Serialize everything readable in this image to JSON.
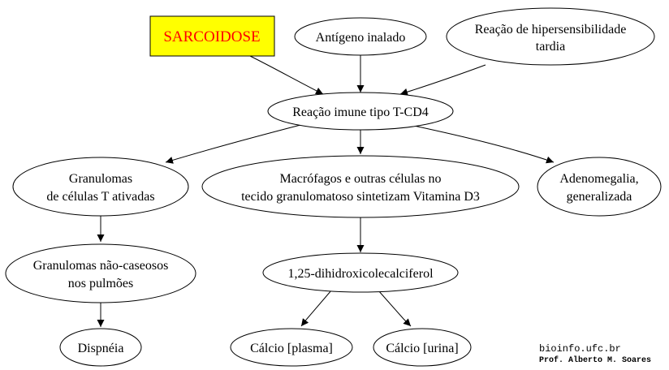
{
  "colors": {
    "title_fill": "#ffff00",
    "title_text": "#ff0000",
    "stroke": "#000000"
  },
  "nodes": {
    "sarcoidose": "SARCOIDOSE",
    "antigeno": "Antígeno inalado",
    "reacao_hiper_1": "Reação de hipersensibilidade",
    "reacao_hiper_2": "tardia",
    "reacao_imune": "Reação imune tipo T-CD4",
    "granulomas_1": "Granulomas",
    "granulomas_2": "de células T ativadas",
    "macrofagos_1": "Macrófagos e outras células no",
    "macrofagos_2": "tecido granulomatoso sintetizam Vitamina D3",
    "adenomegalia_1": "Adenomegalia,",
    "adenomegalia_2": "generalizada",
    "nao_caseosos_1": "Granulomas não-caseosos",
    "nao_caseosos_2": "nos pulmões",
    "dihidroxi": "1,25-dihidroxicolecalciferol",
    "dispneia": "Dispnéia",
    "calcio_plasma": "Cálcio [plasma]",
    "calcio_urina": "Cálcio [urina]"
  },
  "credits": {
    "site": "bioinfo.ufc.br",
    "author": "Prof. Alberto M. Soares"
  }
}
